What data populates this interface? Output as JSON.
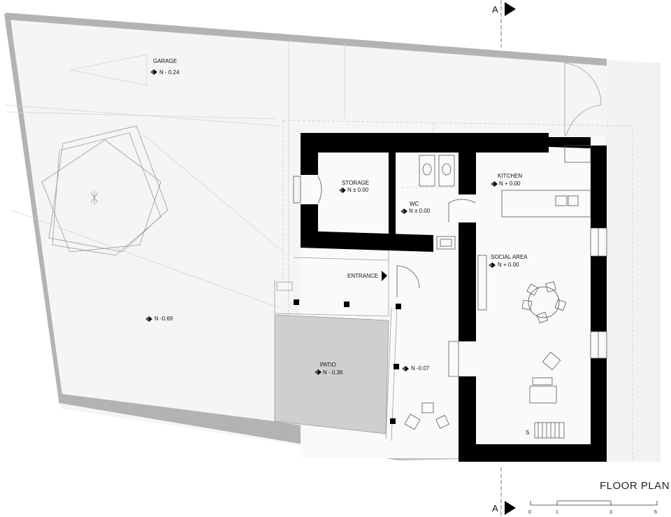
{
  "title": "FLOOR PLAN",
  "section_marker": "A",
  "rooms": {
    "garage": {
      "name": "GARAGE",
      "level": "N - 0.24"
    },
    "storage": {
      "name": "STORAGE",
      "level": "N ± 0.00"
    },
    "wc": {
      "name": "WC",
      "level": "N ± 0.00"
    },
    "kitchen": {
      "name": "KITCHEN",
      "level": "N + 0.00"
    },
    "social": {
      "name": "SOCIAL AREA",
      "level": "N + 0.00"
    },
    "entrance": {
      "name": "ENTRANCE"
    },
    "patio": {
      "name": "PATIO",
      "level": "N - 0.36"
    },
    "yard": {
      "level": "N -0.69"
    },
    "porch": {
      "level": "N -0.07"
    }
  },
  "stair_label": "S",
  "scale_bar": {
    "ticks": [
      "0",
      "1",
      "3",
      "5"
    ]
  },
  "colors": {
    "wall": "#000000",
    "patio": "#cfcfcf",
    "ground": "#f5f5f5",
    "boundary": "#b3b3b3"
  }
}
